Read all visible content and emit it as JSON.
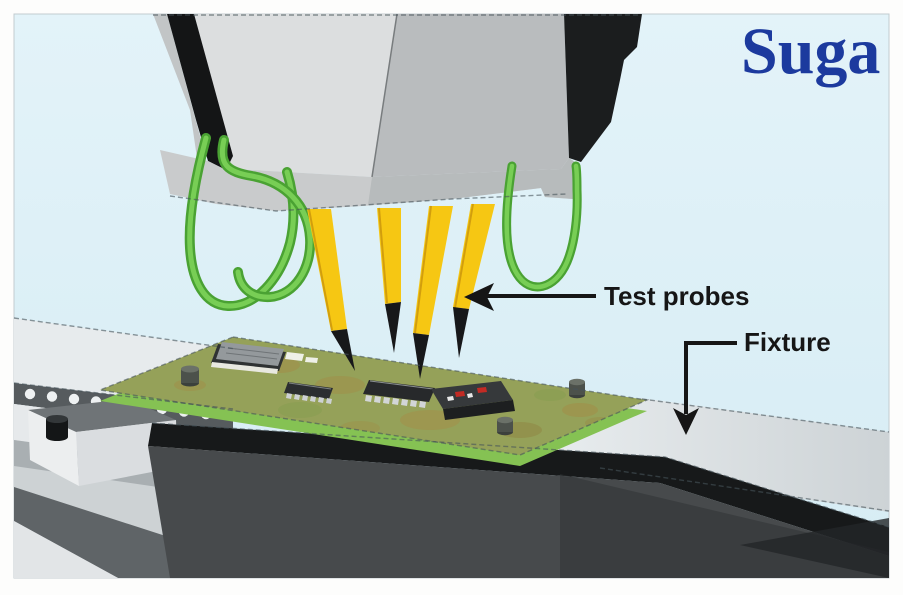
{
  "illustration": {
    "title_logo": "Suga",
    "annotations": {
      "test_probes": {
        "label": "Test probes"
      },
      "fixture": {
        "label": "Fixture"
      }
    }
  },
  "palette": {
    "background_blue": "#dceef5",
    "frame_white": "#fdfdfc",
    "logo_blue": "#1c3a9e",
    "annotation_black": "#161616",
    "probe_yellow": "#f6c713",
    "probe_tip_black": "#17181a",
    "cable_green": "#4aa233",
    "cable_green_light": "#78ce55",
    "pcb_olive": "#95a159",
    "pcb_edge_green": "#85c253",
    "head_gray_light": "#dcdedf",
    "head_gray_mid": "#b9bcbe",
    "head_black": "#1b1d1e",
    "fixture_plate_gray": "#e7ebed",
    "rail_band_gray": "#565b5e",
    "block_dark": "#17191a",
    "block_face": "#474a4c"
  }
}
